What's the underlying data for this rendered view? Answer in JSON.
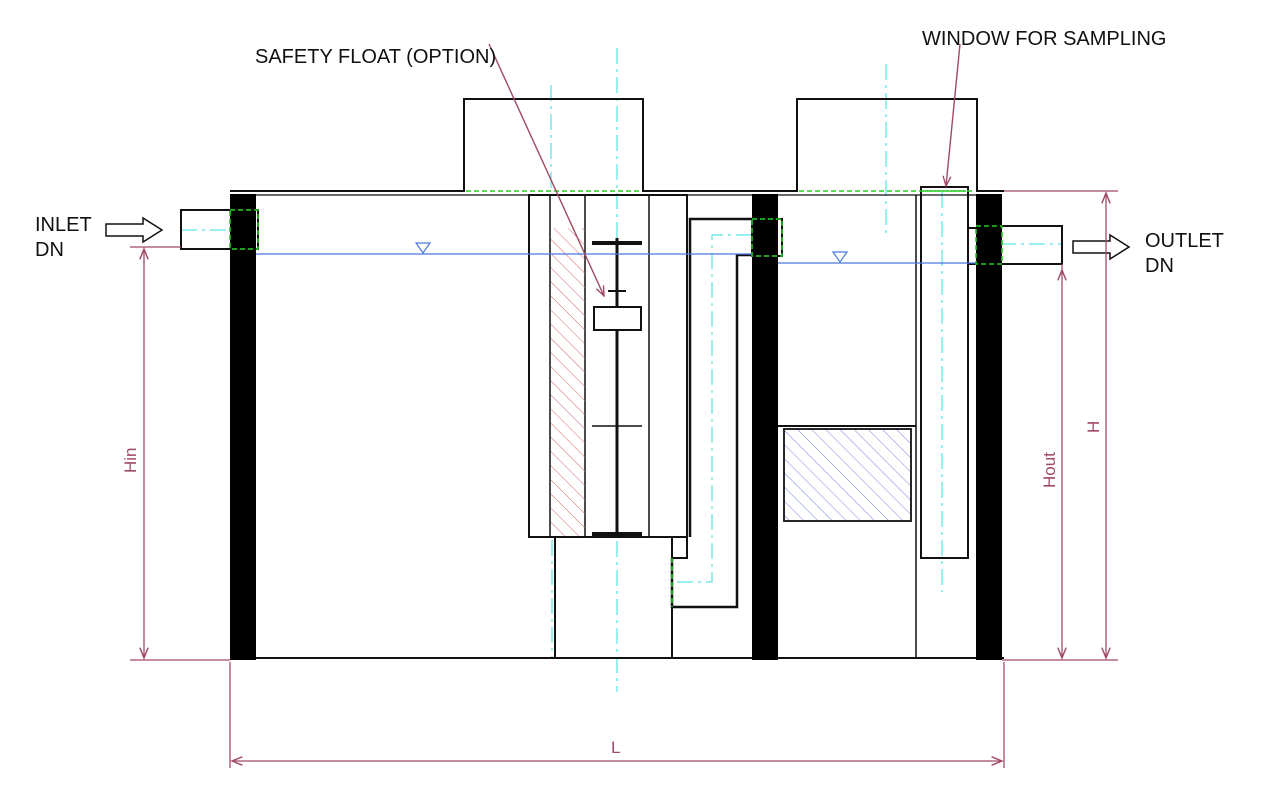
{
  "labels": {
    "safety_float": "SAFETY FLOAT (OPTION)",
    "window": "WINDOW FOR SAMPLING",
    "inlet_1": "INLET",
    "inlet_2": "DN",
    "outlet_1": "OUTLET",
    "outlet_2": "DN"
  },
  "dimensions": {
    "hin": "Hin",
    "hout": "Hout",
    "h": "H",
    "l": "L"
  },
  "colors": {
    "outline": "#111111",
    "wall_fill": "#000000",
    "dimension": "#a04a63",
    "water_line": "#4a78e0",
    "center_line": "#33dddd",
    "seal": "#22cc22",
    "hatch_red": "#d46a6a",
    "hatch_blue": "#7a86d8"
  },
  "icons": {
    "inlet_arrow": "arrow-right-icon",
    "outlet_arrow": "arrow-right-icon",
    "water_level": "triangle-down-icon"
  }
}
